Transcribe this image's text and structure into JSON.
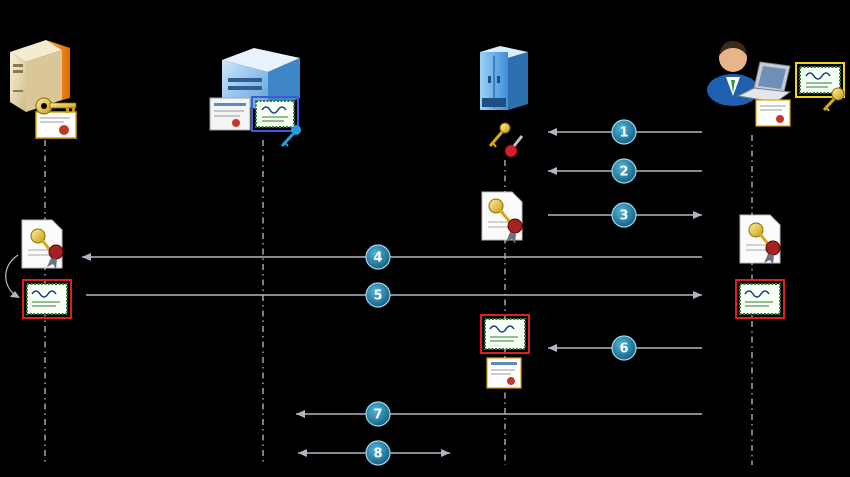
{
  "diagram": {
    "background": "#000000",
    "colors": {
      "lifeline": "#bfbfbf",
      "arrow": "#aeb7c2",
      "badge": "#1f7fa6",
      "badge_edge": "#9fd6ea",
      "highlight_red": "#e01e1e",
      "highlight_blue": "#3a5cd8",
      "highlight_yellow": "#f2d21a"
    },
    "participants": [
      {
        "id": "ca",
        "icon": "server-key-icon"
      },
      {
        "id": "directory",
        "icon": "directory-server-icon"
      },
      {
        "id": "cabinet",
        "icon": "cabinet-server-icon"
      },
      {
        "id": "client",
        "icon": "user-laptop-icon"
      }
    ],
    "messages": [
      {
        "label": "1",
        "direction": "right-to-left"
      },
      {
        "label": "2",
        "direction": "right-to-left"
      },
      {
        "label": "3",
        "direction": "left-to-right"
      },
      {
        "label": "4",
        "direction": "right-to-left"
      },
      {
        "label": "5",
        "direction": "left-to-right"
      },
      {
        "label": "6",
        "direction": "right-to-left"
      },
      {
        "label": "7",
        "direction": "right-to-left"
      },
      {
        "label": "8",
        "direction": "bidirectional"
      }
    ]
  }
}
